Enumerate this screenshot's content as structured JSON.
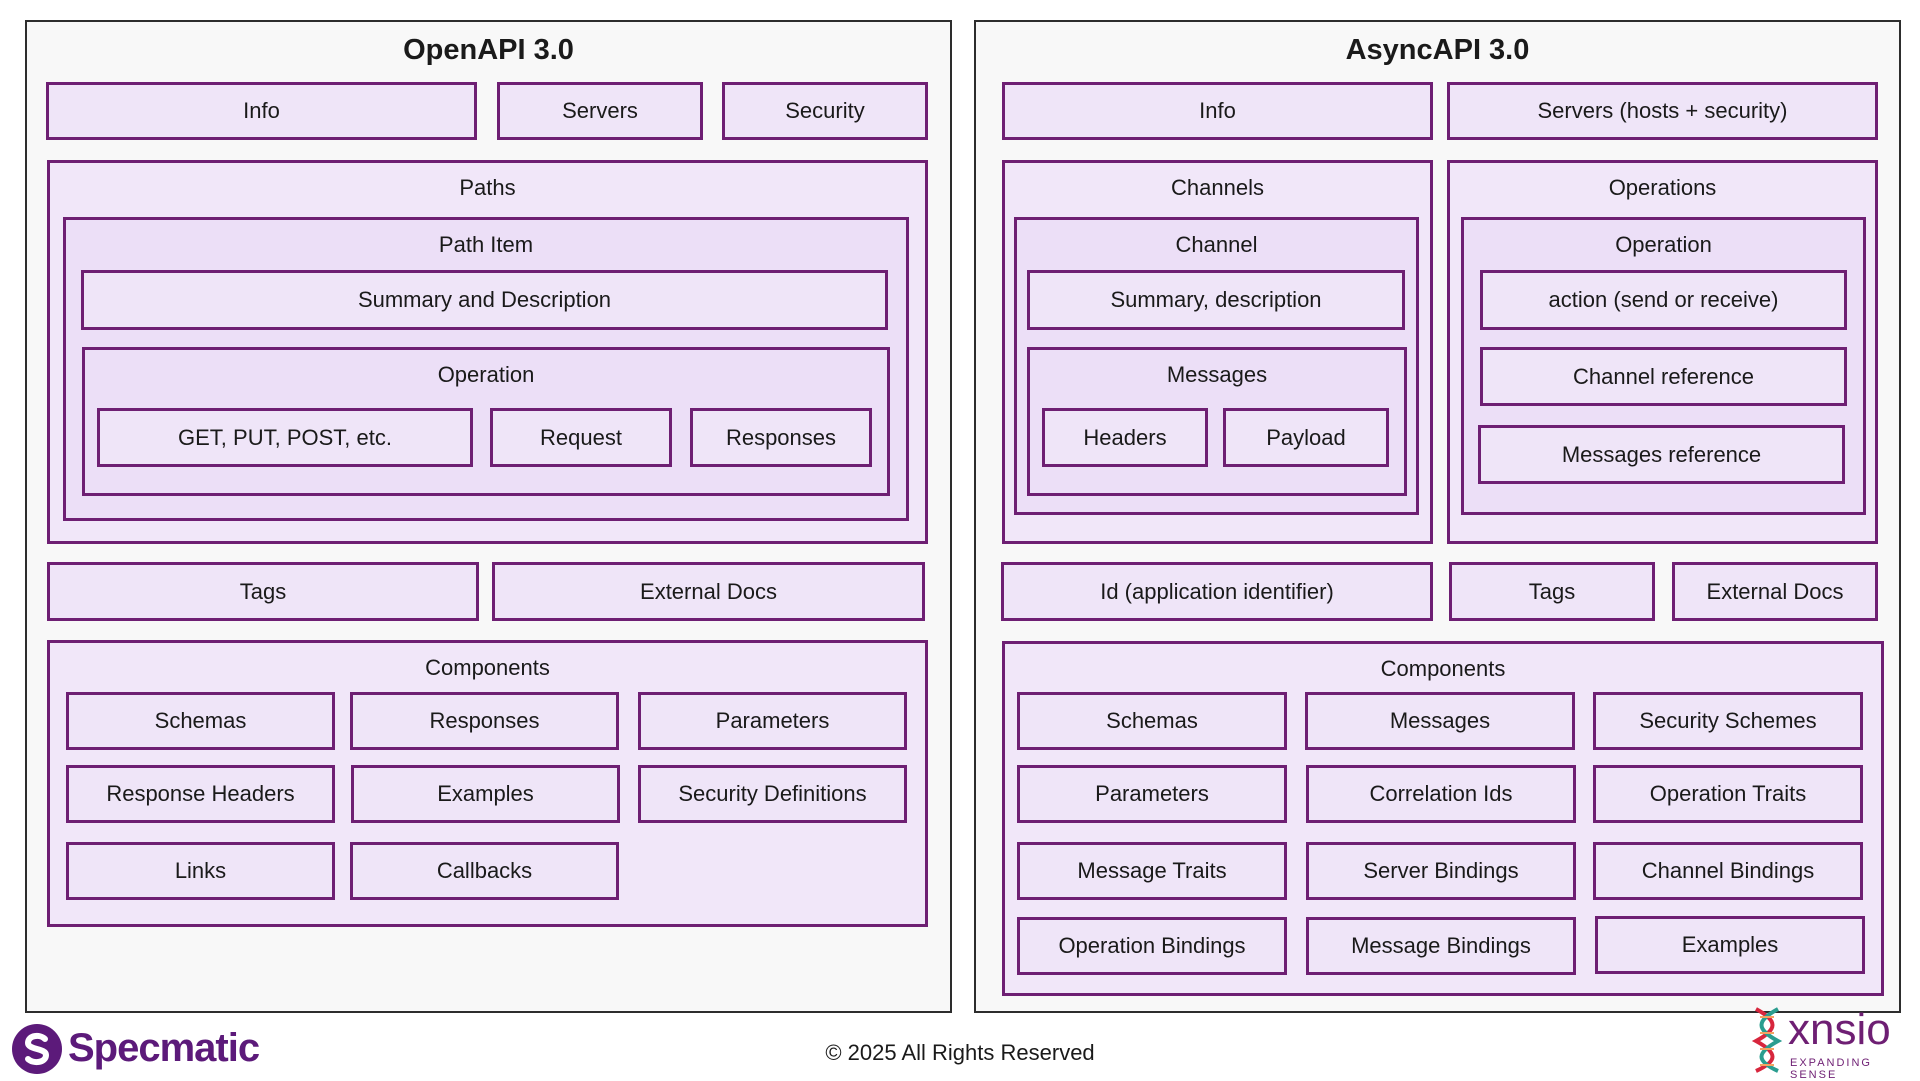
{
  "openapi": {
    "title": "OpenAPI 3.0",
    "info": "Info",
    "servers": "Servers",
    "security": "Security",
    "paths": {
      "label": "Paths",
      "path_item": {
        "label": "Path Item",
        "summary": "Summary and Description",
        "operation": {
          "label": "Operation",
          "methods": "GET, PUT, POST, etc.",
          "request": "Request",
          "responses": "Responses"
        }
      }
    },
    "tags": "Tags",
    "external_docs": "External Docs",
    "components": {
      "label": "Components",
      "items": [
        "Schemas",
        "Responses",
        "Parameters",
        "Response Headers",
        "Examples",
        "Security Definitions",
        "Links",
        "Callbacks"
      ]
    }
  },
  "asyncapi": {
    "title": "AsyncAPI 3.0",
    "info": "Info",
    "servers": "Servers (hosts + security)",
    "channels": {
      "label": "Channels",
      "channel": {
        "label": "Channel",
        "summary": "Summary, description",
        "messages": {
          "label": "Messages",
          "headers": "Headers",
          "payload": "Payload"
        }
      }
    },
    "operations": {
      "label": "Operations",
      "operation": {
        "label": "Operation",
        "action": "action (send or receive)",
        "channel_ref": "Channel reference",
        "messages_ref": "Messages reference"
      }
    },
    "id": "Id (application identifier)",
    "tags": "Tags",
    "external_docs": "External Docs",
    "components": {
      "label": "Components",
      "items": [
        "Schemas",
        "Messages",
        "Security Schemes",
        "Parameters",
        "Correlation Ids",
        "Operation Traits",
        "Message Traits",
        "Server Bindings",
        "Channel Bindings",
        "Operation Bindings",
        "Message Bindings",
        "Examples"
      ]
    }
  },
  "footer": {
    "copyright": "© 2025 All Rights Reserved",
    "specmatic_logo_text": "Specmatic",
    "xnsio_logo_text": "xnsio",
    "xnsio_tagline": "EXPANDING SENSE"
  },
  "colors": {
    "box_border": "#6e1f73",
    "box_fill": "#efe5f8",
    "brand_purple": "#5c1a7a"
  }
}
